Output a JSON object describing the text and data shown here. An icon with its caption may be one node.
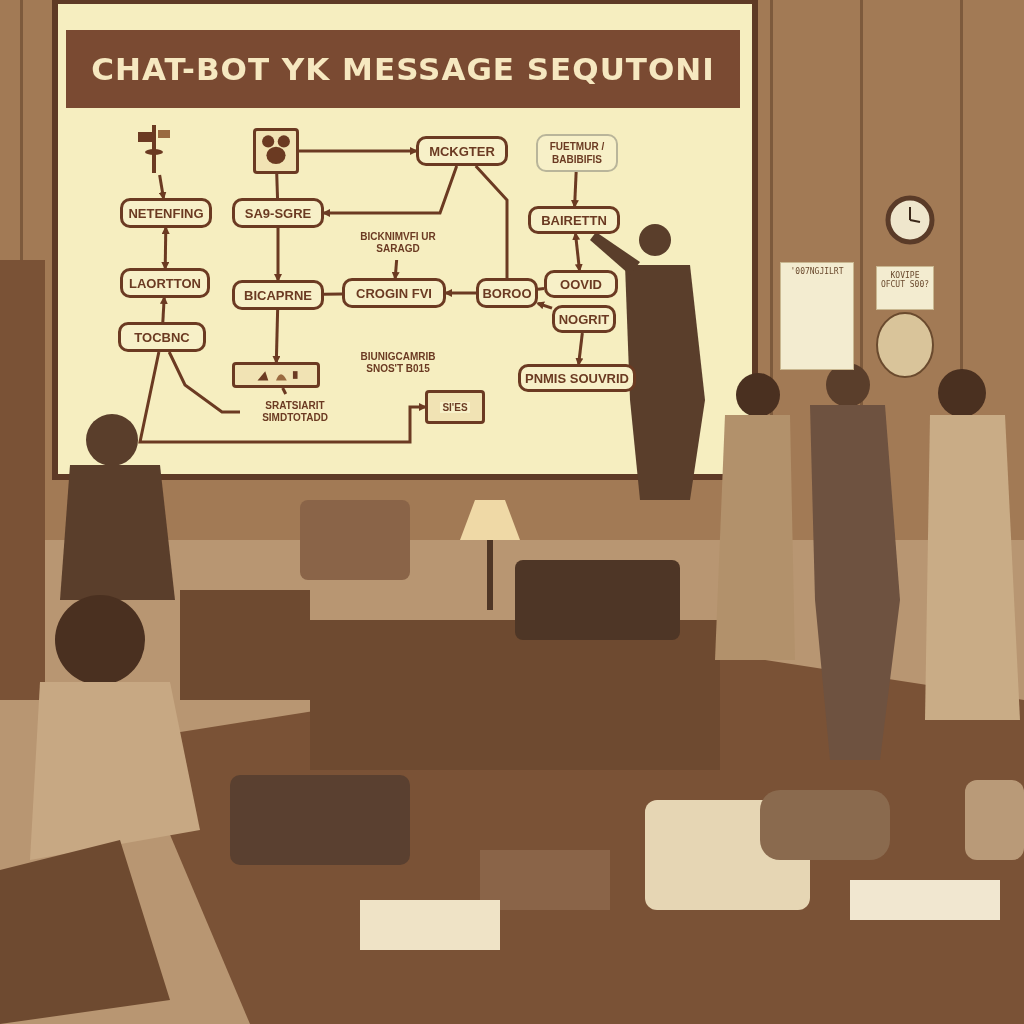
{
  "diagram": {
    "title": "CHAT-BOT YK MESSAGE SEQUTONI",
    "nodes": [
      {
        "text": [],
        "shape": "picture"
      },
      {
        "text": [
          "NETENFING"
        ]
      },
      {
        "text": [
          "LAORTTON"
        ]
      },
      {
        "text": [
          "TOCBNC"
        ]
      },
      {
        "text": [],
        "shape": "picture"
      },
      {
        "text": [
          "SA9-SGRE"
        ]
      },
      {
        "text": [
          "BICAPRNE"
        ]
      },
      {
        "text": [],
        "shape": "picture"
      },
      {
        "text": [
          "SRATSIARIT SIMDTOTADD"
        ]
      },
      {
        "text": [
          "BICKNIMVFI UR SARAGD"
        ]
      },
      {
        "text": [
          "CROGIN FVI"
        ]
      },
      {
        "text": [
          "BIUNIGCAMRIB SNOS'T B015"
        ]
      },
      {
        "text": [
          "SI'ES"
        ]
      },
      {
        "text": [
          "MCKGTER"
        ]
      },
      {
        "text": [
          "BOROO"
        ]
      },
      {
        "text": [
          "FUETMUR / BABIBIFIS"
        ]
      },
      {
        "text": [
          "BAIRETTN"
        ]
      },
      {
        "text": [
          "OOVID"
        ]
      },
      {
        "text": [
          "NOGRIT"
        ]
      },
      {
        "text": [
          "PNMIS SOUVRID"
        ]
      }
    ],
    "edges": [
      {
        "from": 0,
        "to": 1,
        "arrow": "to"
      },
      {
        "from": 1,
        "to": 2,
        "arrow": "both"
      },
      {
        "from": 3,
        "to": 2,
        "arrow": "to"
      },
      {
        "from": 3,
        "to": 12,
        "arrow": "to"
      },
      {
        "from": 3,
        "to": 8,
        "arrow": "none"
      },
      {
        "from": 4,
        "to": 5,
        "arrow": "none"
      },
      {
        "from": 4,
        "to": 13,
        "arrow": "to"
      },
      {
        "from": 13,
        "to": 5,
        "arrow": "to"
      },
      {
        "from": 5,
        "to": 6,
        "arrow": "to"
      },
      {
        "from": 6,
        "to": 7,
        "arrow": "to"
      },
      {
        "from": 7,
        "to": 8,
        "arrow": "none"
      },
      {
        "from": 10,
        "to": 6,
        "arrow": "none"
      },
      {
        "from": 9,
        "to": 10,
        "arrow": "to"
      },
      {
        "from": 14,
        "to": 10,
        "arrow": "to"
      },
      {
        "from": 14,
        "to": 13,
        "arrow": "none"
      },
      {
        "from": 18,
        "to": 14,
        "arrow": "to"
      },
      {
        "from": 15,
        "to": 16,
        "arrow": "to"
      },
      {
        "from": 16,
        "to": 17,
        "arrow": "both"
      },
      {
        "from": 17,
        "to": 14,
        "arrow": "none"
      },
      {
        "from": 18,
        "to": 19,
        "arrow": "to"
      }
    ],
    "labels": [
      "'007NGJILRT",
      "KOVIPE OFCUT S00?"
    ]
  }
}
